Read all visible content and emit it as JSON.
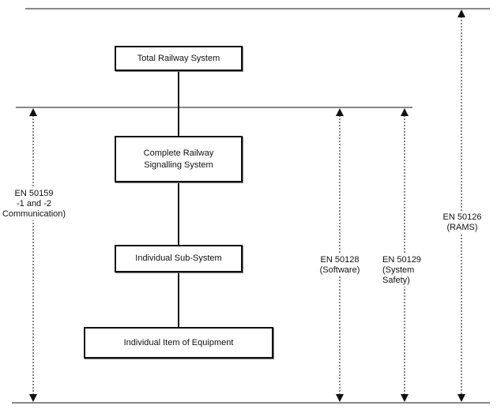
{
  "diagram": {
    "boxes": [
      {
        "id": "total",
        "text": "Total Railway System"
      },
      {
        "id": "complete",
        "text": "Complete Railway\nSignalling System"
      },
      {
        "id": "subsystem",
        "text": "Individual Sub-System"
      },
      {
        "id": "equipment",
        "text": "Individual Item of Equipment"
      }
    ],
    "standards": [
      {
        "id": "en50159",
        "text": "EN 50159\n-1 and -2\nCommunication)"
      },
      {
        "id": "en50128",
        "text": "EN 50128\n(Software)"
      },
      {
        "id": "en50129",
        "text": "EN 50129\n(System\nSafety)"
      },
      {
        "id": "en50126",
        "text": "EN 50126\n(RAMS)"
      }
    ],
    "colors": {
      "line": "#111111",
      "background": "#ffffff"
    }
  }
}
